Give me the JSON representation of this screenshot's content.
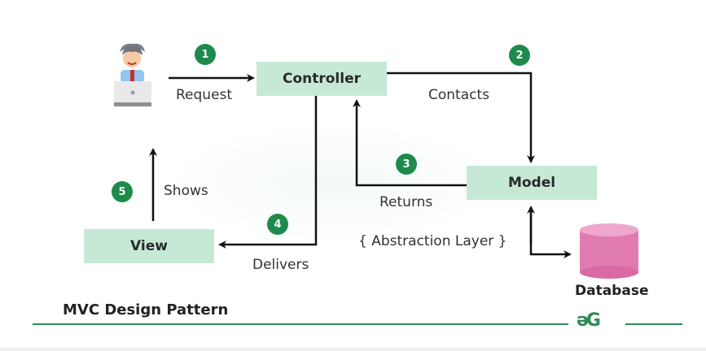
{
  "title": "MVC Design Pattern",
  "nodes": {
    "controller": "Controller",
    "model": "Model",
    "view": "View",
    "database": "Database"
  },
  "edges": [
    {
      "step": "1",
      "label": "Request",
      "from": "user",
      "to": "controller"
    },
    {
      "step": "2",
      "label": "Contacts",
      "from": "controller",
      "to": "model"
    },
    {
      "step": "3",
      "label": "Returns",
      "from": "model",
      "to": "controller"
    },
    {
      "step": "4",
      "label": "Delivers",
      "from": "controller",
      "to": "view"
    },
    {
      "step": "5",
      "label": "Shows",
      "from": "view",
      "to": "user"
    }
  ],
  "annotation": "{ Abstraction Layer }",
  "logo": "əG",
  "icons": {
    "user": "user-at-laptop-icon",
    "database": "database-cylinder-icon",
    "brand": "geeksforgeeks-logo"
  },
  "colors": {
    "box_fill": "#c6e9d6",
    "badge": "#1e8a4c",
    "database": "#e07bb1",
    "accent_line": "#2e8b57"
  }
}
